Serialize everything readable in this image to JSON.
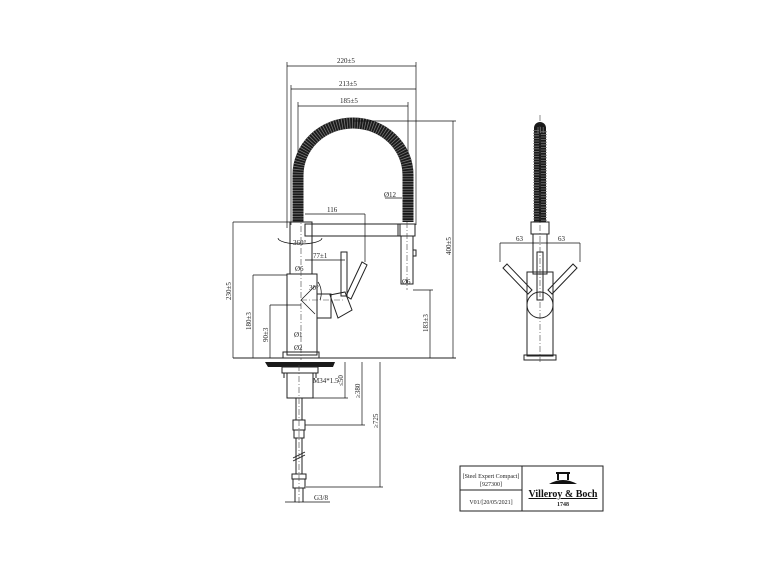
{
  "drawing": {
    "dims": {
      "w220": "220±5",
      "w213": "213±5",
      "w185": "185±5",
      "d116": "116",
      "rot": "360°",
      "d77": "77±1",
      "dia_hose": "Ø12",
      "dia_spray": "Ø6",
      "dia_col": "Ø6",
      "angle": "30°",
      "dia_a": "Ø1",
      "dia_b": "Ø2",
      "h230": "230±5",
      "h180": "180±3",
      "h90": "90±3",
      "h183": "183±3",
      "h400": "400±5",
      "thread": "M34*1.5",
      "le50": "≤50",
      "ge380": "≥380",
      "ge725": "≥725",
      "g38": "G3/8",
      "side_left": "63",
      "side_right": "63"
    },
    "title_block": {
      "product": "[Steel Expert Compact]",
      "code": "[927300]",
      "version": "V01/[20/05/2021]",
      "brand": "Villeroy & Boch",
      "year": "1748"
    }
  }
}
